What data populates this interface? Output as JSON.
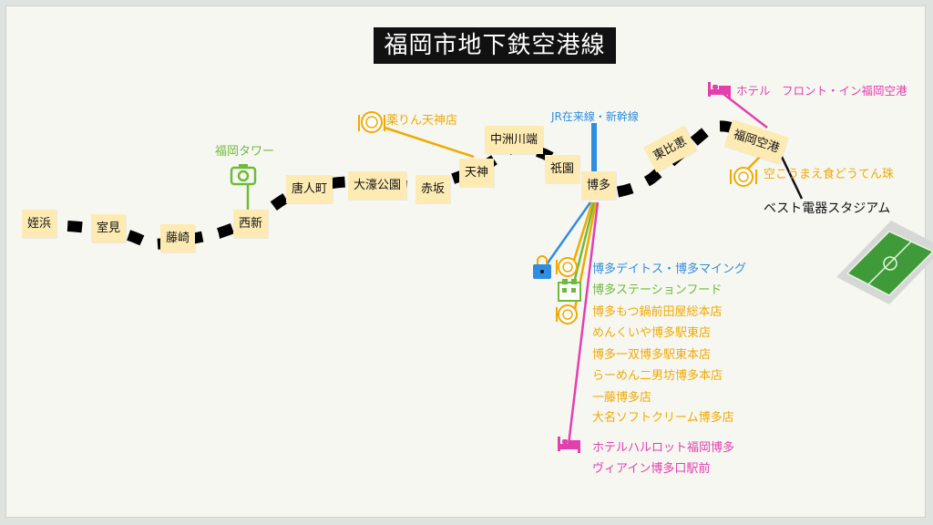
{
  "title": "福岡市地下鉄空港線",
  "colors": {
    "track": "#000000",
    "station_bg": "#fdebb3",
    "jr": "#2f8ee0",
    "food": "#f2a900",
    "tower": "#6dbb3a",
    "hotel": "#e43fae",
    "shop_blue": "#2f8ee0",
    "shop_green": "#6dbb3a"
  },
  "stations": [
    "姪浜",
    "室見",
    "藤崎",
    "西新",
    "唐人町",
    "大濠公園",
    "赤坂",
    "天神",
    "中洲川端",
    "祇園",
    "博多",
    "東比恵",
    "福岡空港"
  ],
  "jr_label": "JR在来線・新幹線",
  "tower_label": "福岡タワー",
  "tenjin_food": "薬りん天神店",
  "airport_hotel": "ホテル　フロント・イン福岡空港",
  "airport_food": "空こうまえ食どうてん珠",
  "stadium": "ベスト電器スタジアム",
  "hakata_shops": [
    "博多デイトス・博多マイング",
    "博多ステーションフード"
  ],
  "hakata_food": [
    "博多もつ鍋前田屋総本店",
    "めんくいや博多駅東店",
    "博多一双博多駅東本店",
    "らーめん二男坊博多本店",
    "一藤博多店",
    "大名ソフトクリーム博多店"
  ],
  "hakata_hotels": [
    "ホテルハルロット福岡博多",
    "ヴィアイン博多口駅前"
  ],
  "icons": [
    "camera-icon",
    "food-icon",
    "bed-icon",
    "shopping-bag-icon",
    "building-icon",
    "soccer-field-icon"
  ]
}
